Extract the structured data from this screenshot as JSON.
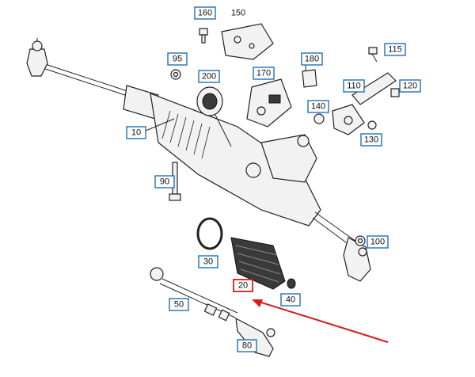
{
  "colors": {
    "label_border": "#1f6fb8",
    "highlight_border": "#d81b1b",
    "arrow": "#d81b1b"
  },
  "labels": [
    {
      "id": "160",
      "text": "160"
    },
    {
      "id": "150",
      "text": "150"
    },
    {
      "id": "95",
      "text": "95"
    },
    {
      "id": "200",
      "text": "200"
    },
    {
      "id": "170",
      "text": "170"
    },
    {
      "id": "180",
      "text": "180"
    },
    {
      "id": "115",
      "text": "115"
    },
    {
      "id": "110",
      "text": "110"
    },
    {
      "id": "120",
      "text": "120"
    },
    {
      "id": "140",
      "text": "140"
    },
    {
      "id": "130",
      "text": "130"
    },
    {
      "id": "10",
      "text": "10"
    },
    {
      "id": "90",
      "text": "90"
    },
    {
      "id": "100",
      "text": "100"
    },
    {
      "id": "30",
      "text": "30"
    },
    {
      "id": "20",
      "text": "20",
      "highlighted": true
    },
    {
      "id": "40",
      "text": "40"
    },
    {
      "id": "50",
      "text": "50"
    },
    {
      "id": "80",
      "text": "80"
    }
  ]
}
